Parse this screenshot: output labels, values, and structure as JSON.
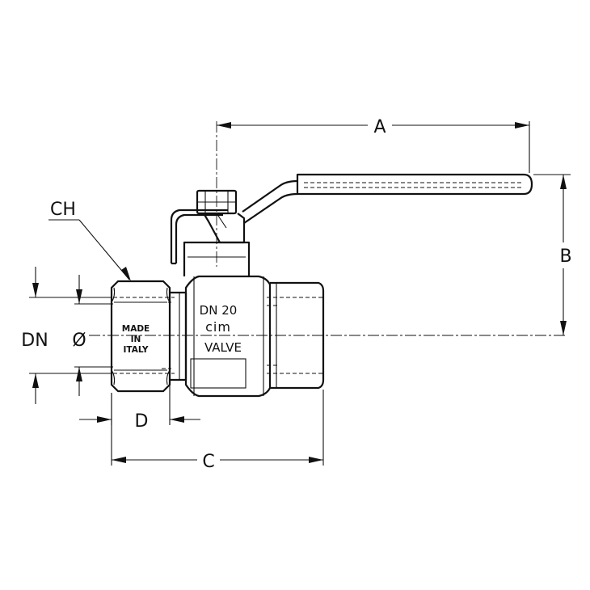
{
  "dimensions": {
    "a": "A",
    "b": "B",
    "c": "C",
    "d": "D",
    "ch": "CH",
    "dn": "DN",
    "diameter": "Ø"
  },
  "valve_markings": {
    "size": "DN 20",
    "brand": "cim",
    "type": "VALVE",
    "origin_line1": "MADE",
    "origin_line2": "IN",
    "origin_line3": "ITALY"
  }
}
